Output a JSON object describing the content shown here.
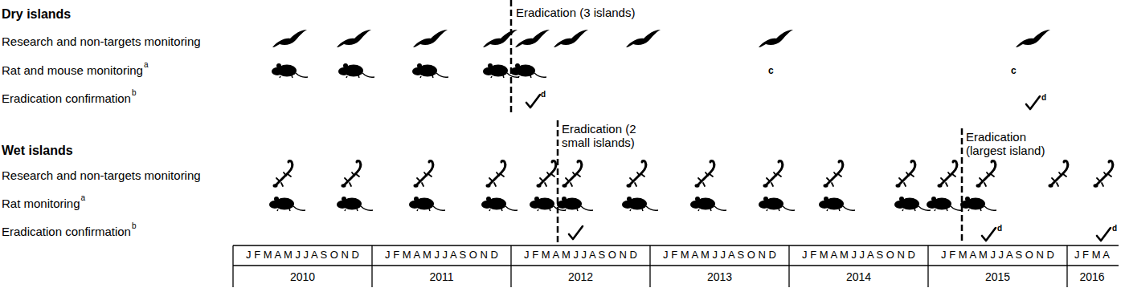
{
  "diagram": {
    "labels": [
      "Dry islands",
      "Research and non-targets monitoring",
      "Rat and mouse monitoring",
      "a",
      "Eradication confirmation",
      "b",
      "Eradication (3 islands)",
      "c",
      "c",
      "d",
      "d",
      "Wet islands",
      "Eradication (2 small islands)",
      "Eradication (largest island)",
      "Research and non-targets monitoring",
      "Rat monitoring",
      "a",
      "Eradication confirmation",
      "b",
      "d",
      "d",
      "J F M A M J J A S O N D",
      "J F M A M J J A S O N D",
      "J F M A M J J A S O N D",
      "J F M A M J J A S O N D",
      "J F M A M J J A S O N D",
      "J F M A M J J A S O N D",
      "J F M A",
      "2010",
      "2011",
      "2012",
      "2013",
      "2014",
      "2015",
      "2016"
    ]
  }
}
